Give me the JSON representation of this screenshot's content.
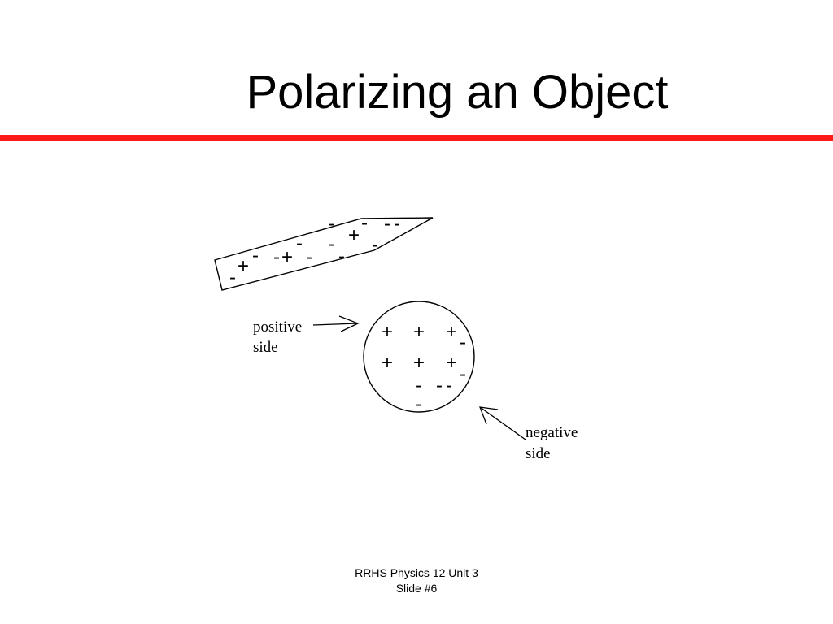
{
  "title": "Polarizing an Object",
  "colors": {
    "accent": "#ff1a1a",
    "ink": "#000000",
    "background": "#ffffff"
  },
  "rod": {
    "charges": [
      "-",
      "-",
      "-",
      "-",
      "+",
      "-",
      "-",
      "-",
      "-",
      "+",
      "-",
      "-",
      "+",
      "-",
      "-",
      "-"
    ]
  },
  "sphere": {
    "charges": [
      "+",
      "+",
      "+",
      "-",
      "+",
      "+",
      "+",
      "-",
      "-",
      "-",
      "-",
      "-"
    ]
  },
  "labels": {
    "positive_line1": "positive",
    "positive_line2": "side",
    "negative_line1": "negative",
    "negative_line2": "side"
  },
  "footer": {
    "line1": "RRHS Physics 12 Unit 3",
    "line2": "Slide #6"
  }
}
